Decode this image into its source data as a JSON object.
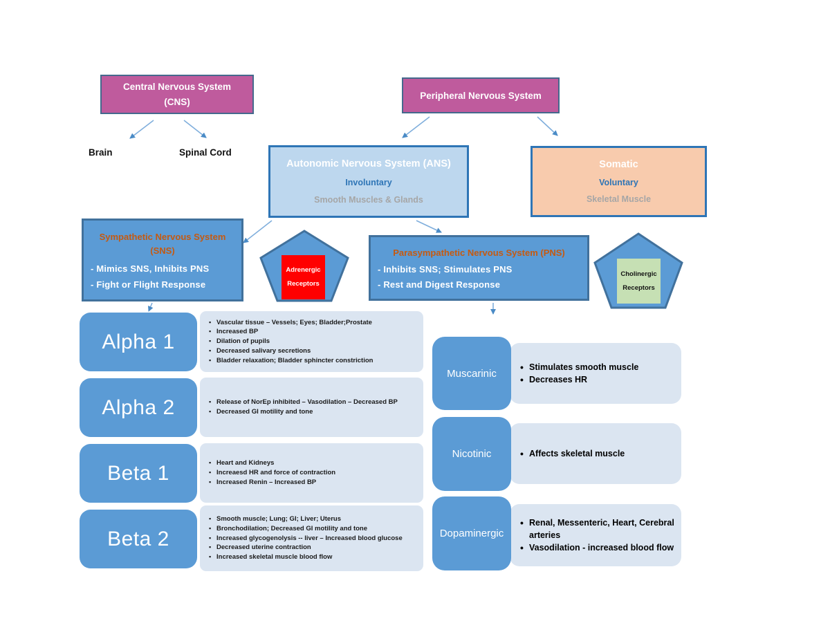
{
  "diagram": {
    "nodes": {
      "cns": {
        "line1": "Central Nervous System",
        "line2": "(CNS)"
      },
      "peripheral": {
        "line1": "Peripheral Nervous System"
      },
      "brain": "Brain",
      "spinal_cord": "Spinal Cord",
      "ans": {
        "line1": "Autonomic Nervous System (ANS)",
        "line2": "Involuntary",
        "line3": "Smooth Muscles & Glands"
      },
      "somatic": {
        "line1": "Somatic",
        "line2": "Voluntary",
        "line3": "Skeletal Muscle"
      },
      "sns": {
        "title": "Sympathetic Nervous System (SNS)",
        "point1": "- Mimics SNS, Inhibits PNS",
        "point2": "- Fight or Flight Response"
      },
      "pns": {
        "title": "Parasympathetic Nervous System (PNS)",
        "point1": "- Inhibits SNS; Stimulates PNS",
        "point2": "- Rest and Digest Response"
      },
      "adrenergic": {
        "line1": "Adrenergic",
        "line2": "Receptors"
      },
      "cholinergic": {
        "line1": "Cholinergic",
        "line2": "Receptors"
      }
    },
    "adrenergic_receptors": [
      {
        "name": "Alpha 1",
        "effects": [
          "Vascular tissue – Vessels; Eyes; Bladder;Prostate",
          "Increased BP",
          "Dilation of pupils",
          "Decreased salivary secretions",
          "Bladder relaxation; Bladder sphincter constriction"
        ]
      },
      {
        "name": "Alpha 2",
        "effects": [
          "Release of NorEp inhibited – Vasodilation – Decreased BP",
          "Decreased GI motility and tone"
        ]
      },
      {
        "name": "Beta 1",
        "effects": [
          "Heart and Kidneys",
          "Increaesd HR and force of contraction",
          "Increased Renin – Increased BP"
        ]
      },
      {
        "name": "Beta 2",
        "effects": [
          "Smooth muscle; Lung; GI; Liver; Uterus",
          "Bronchodilation; Decreased GI motility and tone",
          "Increased glycogenolysis -- liver – Increased blood glucose",
          "Decreased uterine contraction",
          "Increased skeletal muscle blood flow"
        ]
      }
    ],
    "cholinergic_receptors": [
      {
        "name": "Muscarinic",
        "effects": [
          "Stimulates smooth muscle",
          "Decreases HR"
        ]
      },
      {
        "name": "Nicotinic",
        "effects": [
          "Affects skeletal muscle"
        ]
      },
      {
        "name": "Dopaminergic",
        "effects": [
          "Renal, Messenteric, Heart, Cerebral arteries",
          "Vasodilation - increased blood flow"
        ]
      }
    ],
    "colors": {
      "magenta_node": "#BF5B9D",
      "blue_node": "#5B9BD5",
      "light_blue_node": "#BDD7EE",
      "peach_node": "#F8CBAD",
      "effect_panel": "#DBE5F1",
      "orange_title": "#C55A11",
      "adrenergic_red": "#FF0000",
      "cholinergic_green": "#C6E0B4",
      "border_blue": "#2E75B6",
      "border_dark_blue": "#41719C",
      "arrow_blue": "#7FAEDC"
    }
  }
}
